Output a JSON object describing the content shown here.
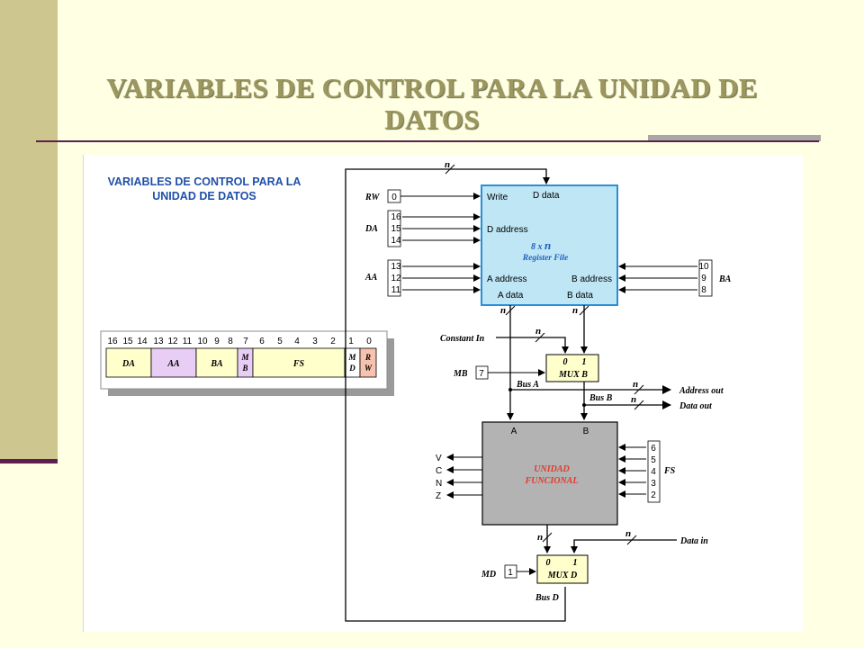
{
  "slide": {
    "title_line1": "VARIABLES DE CONTROL PARA LA UNIDAD DE",
    "title_line2": "DATOS"
  },
  "figure": {
    "heading_line1": "VARIABLES DE CONTROL PARA LA",
    "heading_line2": "UNIDAD DE DATOS",
    "control_word": {
      "bit_numbers": [
        "16",
        "15",
        "14",
        "13",
        "12",
        "11",
        "10",
        "9",
        "8",
        "7",
        "6",
        "5",
        "4",
        "3",
        "2",
        "1",
        "0"
      ],
      "fields": [
        {
          "label": "DA",
          "color": "#ffffcc"
        },
        {
          "label": "AA",
          "color": "#e8cdf5"
        },
        {
          "label": "BA",
          "color": "#ffffcc"
        },
        {
          "label_top": "M",
          "label_bottom": "B",
          "color": "#e8cdf5"
        },
        {
          "label": "FS",
          "color": "#ffffcc"
        },
        {
          "label_top": "M",
          "label_bottom": "D",
          "color": "#ffffff"
        },
        {
          "label_top": "R",
          "label_bottom": "W",
          "color": "#f7c2ae"
        }
      ]
    },
    "register_file": {
      "title_line1": "8 x",
      "title_n": "n",
      "title_line2": "Register File",
      "write": "Write",
      "d_data": "D data",
      "d_address": "D address",
      "a_address": "A address",
      "b_address": "B address",
      "a_data": "A data",
      "b_data": "B data",
      "color": "#bfe6f5",
      "border": "#2a8fd6"
    },
    "signals": {
      "rw": "RW",
      "rw_bit": "0",
      "da": "DA",
      "da_bits": [
        "16",
        "15",
        "14"
      ],
      "aa": "AA",
      "aa_bits": [
        "13",
        "12",
        "11"
      ],
      "ba": "BA",
      "ba_bits": [
        "10",
        "9",
        "8"
      ],
      "mb": "MB",
      "mb_bit": "7",
      "md": "MD",
      "md_bit": "1",
      "fs": "FS",
      "fs_bits": [
        "6",
        "5",
        "4",
        "3",
        "2"
      ],
      "constant_in": "Constant In",
      "bus_a": "Bus A",
      "bus_b": "Bus B",
      "bus_d": "Bus D",
      "address_out": "Address out",
      "data_out": "Data out",
      "data_in": "Data in",
      "n": "n"
    },
    "mux_b": {
      "zero": "0",
      "one": "1",
      "label": "MUX B",
      "color": "#ffffcc"
    },
    "mux_d": {
      "zero": "0",
      "one": "1",
      "label": "MUX D",
      "color": "#ffffcc"
    },
    "functional_unit": {
      "line1": "UNIDAD",
      "line2": "FUNCIONAL",
      "input_a": "A",
      "input_b": "B",
      "status_flags": [
        "V",
        "C",
        "N",
        "Z"
      ],
      "color": "#b3b3b3",
      "text_color": "#e53a2b"
    }
  }
}
